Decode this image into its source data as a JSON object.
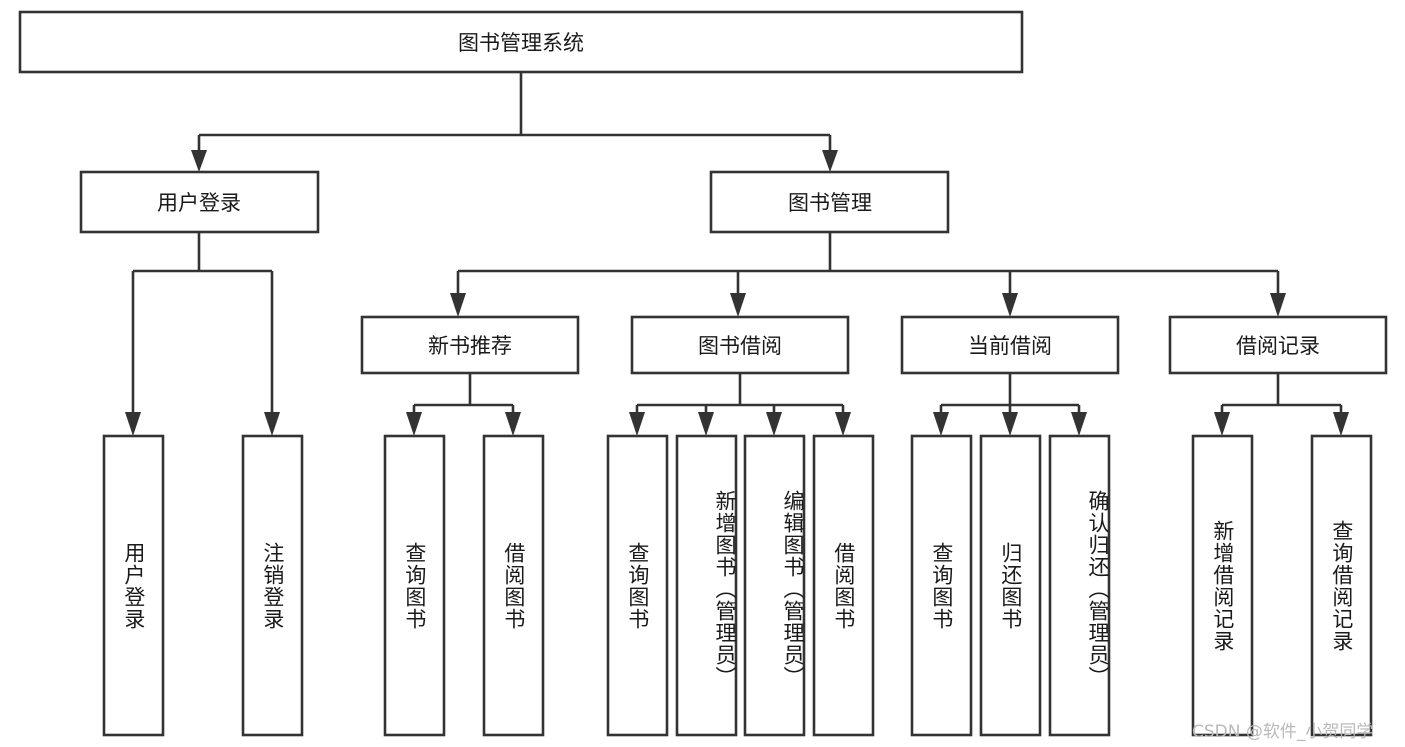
{
  "diagram": {
    "type": "tree",
    "title": "图书管理系统",
    "orientation": "top-down",
    "root": {
      "id": "root",
      "label": "图书管理系统",
      "text_direction": "horizontal"
    },
    "level2": [
      {
        "id": "user-login",
        "label": "用户登录",
        "text_direction": "horizontal"
      },
      {
        "id": "book-management",
        "label": "图书管理",
        "text_direction": "horizontal"
      }
    ],
    "level3": [
      {
        "id": "new-book-recommend",
        "label": "新书推荐",
        "parent": "book-management",
        "text_direction": "horizontal"
      },
      {
        "id": "book-borrow",
        "label": "图书借阅",
        "parent": "book-management",
        "text_direction": "horizontal"
      },
      {
        "id": "current-borrow",
        "label": "当前借阅",
        "parent": "book-management",
        "text_direction": "horizontal"
      },
      {
        "id": "borrow-record",
        "label": "借阅记录",
        "parent": "book-management",
        "text_direction": "horizontal"
      }
    ],
    "leaves": [
      {
        "id": "leaf-user-login",
        "label": "用户登录",
        "parent": "user-login",
        "text_direction": "vertical"
      },
      {
        "id": "leaf-logout-login",
        "label": "注销登录",
        "parent": "user-login",
        "text_direction": "vertical"
      },
      {
        "id": "leaf-query-book-1",
        "label": "查询图书",
        "parent": "new-book-recommend",
        "text_direction": "vertical"
      },
      {
        "id": "leaf-borrow-book-1",
        "label": "借阅图书",
        "parent": "new-book-recommend",
        "text_direction": "vertical"
      },
      {
        "id": "leaf-query-book-2",
        "label": "查询图书",
        "parent": "book-borrow",
        "text_direction": "vertical"
      },
      {
        "id": "leaf-add-book",
        "label": "新增图书（管理员）",
        "parent": "book-borrow",
        "text_direction": "vertical"
      },
      {
        "id": "leaf-edit-book",
        "label": "编辑图书（管理员）",
        "parent": "book-borrow",
        "text_direction": "vertical"
      },
      {
        "id": "leaf-borrow-book-2",
        "label": "借阅图书",
        "parent": "book-borrow",
        "text_direction": "vertical"
      },
      {
        "id": "leaf-query-book-3",
        "label": "查询图书",
        "parent": "current-borrow",
        "text_direction": "vertical"
      },
      {
        "id": "leaf-return-book",
        "label": "归还图书",
        "parent": "current-borrow",
        "text_direction": "vertical"
      },
      {
        "id": "leaf-confirm-return",
        "label": "确认归还（管理员）",
        "parent": "current-borrow",
        "text_direction": "vertical"
      },
      {
        "id": "leaf-add-record",
        "label": "新增借阅记录",
        "parent": "borrow-record",
        "text_direction": "vertical"
      },
      {
        "id": "leaf-query-record",
        "label": "查询借阅记录",
        "parent": "borrow-record",
        "text_direction": "vertical"
      }
    ]
  },
  "watermark": {
    "text": "CSDN @软件_小贺同学"
  },
  "style": {
    "stroke_color": "#333333",
    "box_fill": "#ffffff",
    "text_color": "#1a1a1a",
    "background": "#ffffff",
    "watermark_color": "#b9b9b9"
  }
}
